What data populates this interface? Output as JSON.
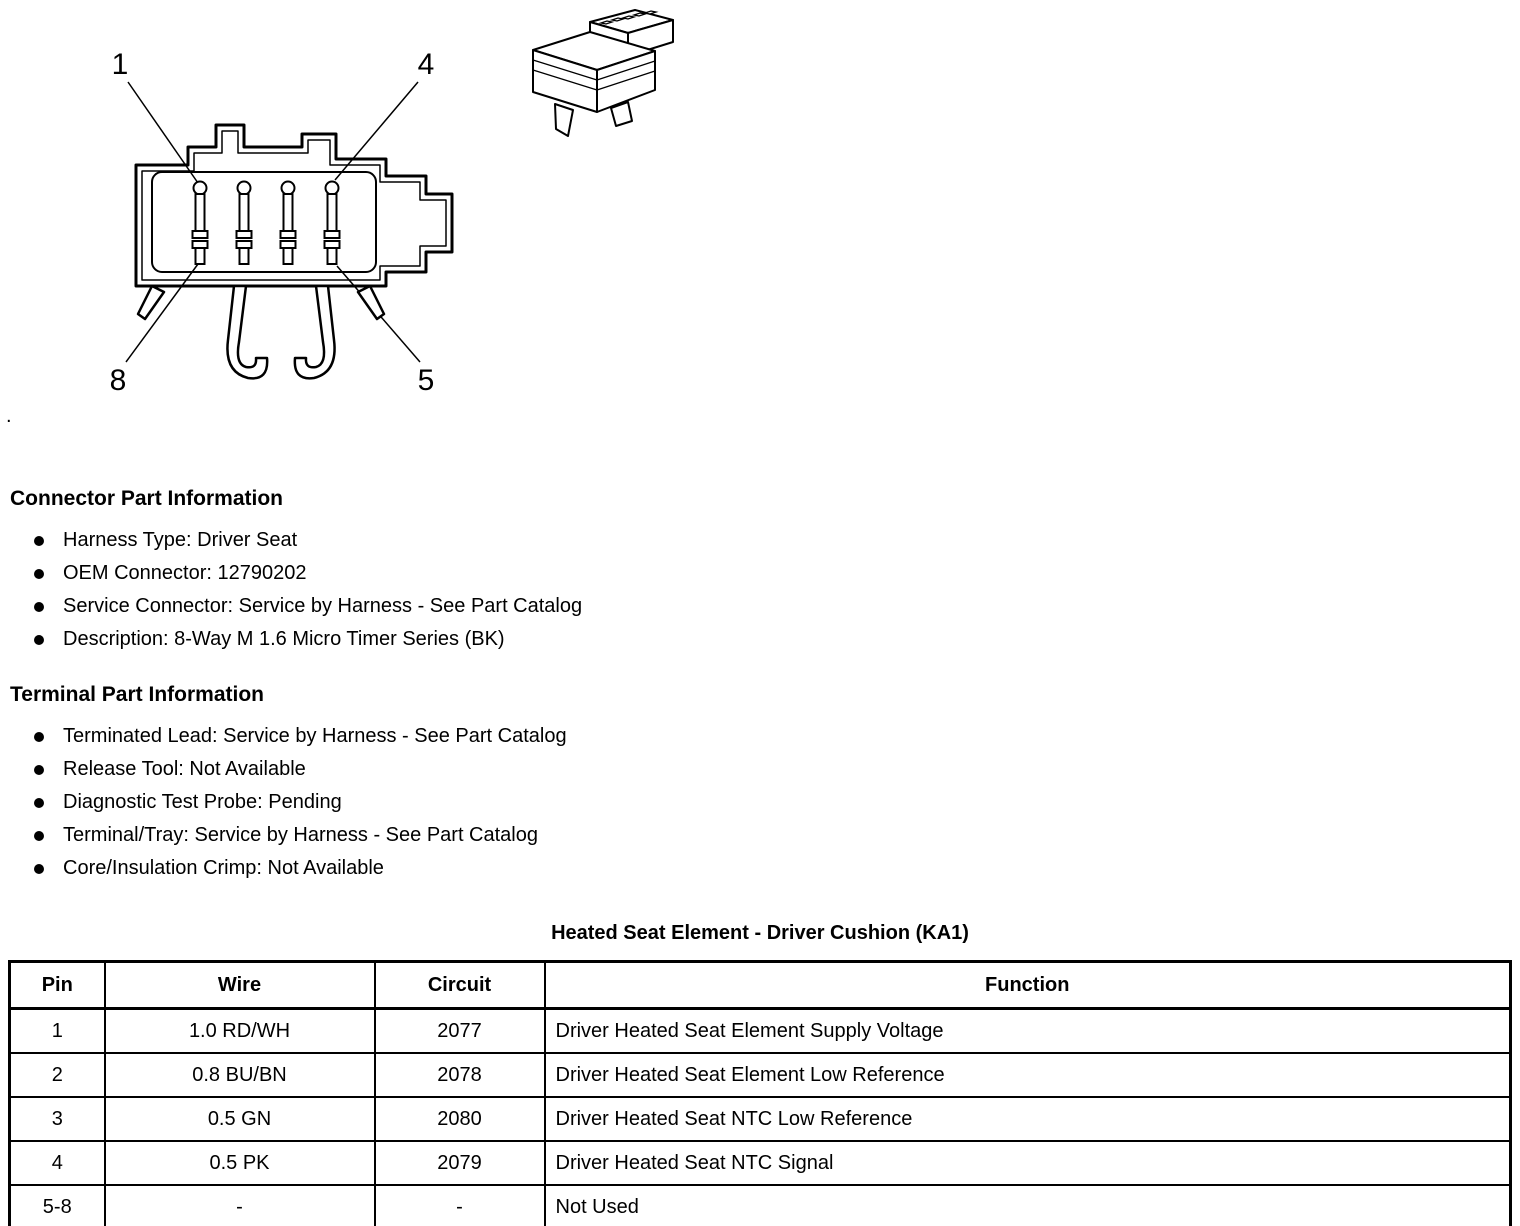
{
  "figure": {
    "front_view_labels": [
      "1",
      "4",
      "8",
      "5"
    ],
    "stray_period": "."
  },
  "connector_info": {
    "title": "Connector Part Information",
    "items": [
      "Harness Type: Driver Seat",
      "OEM Connector: 12790202",
      "Service Connector: Service by Harness - See Part Catalog",
      "Description: 8-Way M 1.6 Micro Timer Series (BK)"
    ]
  },
  "terminal_info": {
    "title": "Terminal Part Information",
    "items": [
      "Terminated Lead: Service by Harness - See Part Catalog",
      "Release Tool: Not Available",
      "Diagnostic Test Probe: Pending",
      "Terminal/Tray: Service by Harness - See Part Catalog",
      "Core/Insulation Crimp: Not Available"
    ]
  },
  "table": {
    "title": "Heated Seat Element - Driver Cushion (KA1)",
    "headers": [
      "Pin",
      "Wire",
      "Circuit",
      "Function"
    ],
    "rows": [
      [
        "1",
        "1.0 RD/WH",
        "2077",
        "Driver Heated Seat Element Supply Voltage"
      ],
      [
        "2",
        "0.8 BU/BN",
        "2078",
        "Driver Heated Seat Element Low Reference"
      ],
      [
        "3",
        "0.5 GN",
        "2080",
        "Driver Heated Seat NTC Low Reference"
      ],
      [
        "4",
        "0.5 PK",
        "2079",
        "Driver Heated Seat NTC Signal"
      ],
      [
        "5-8",
        "-",
        "-",
        "Not Used"
      ]
    ]
  },
  "colors": {
    "ink": "#000000",
    "paper": "#ffffff"
  }
}
